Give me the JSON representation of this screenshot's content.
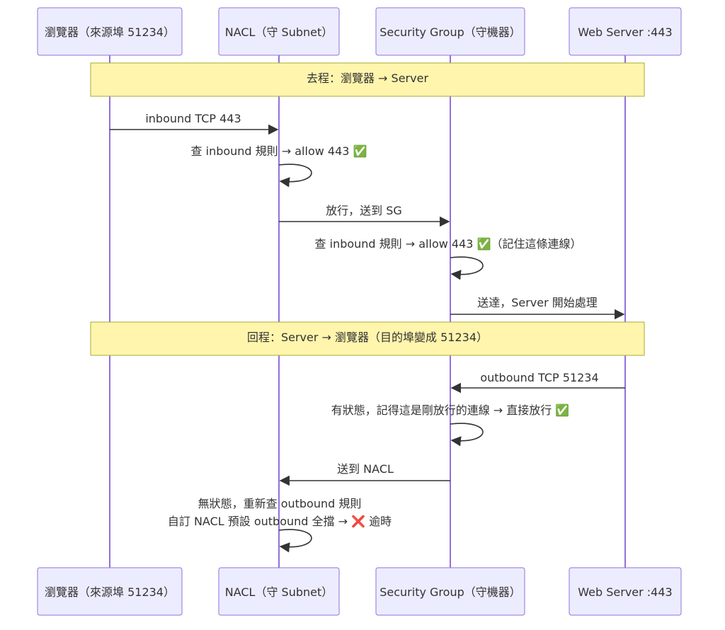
{
  "participants": [
    {
      "id": "browser",
      "label": "瀏覽器（來源埠 51234）"
    },
    {
      "id": "nacl",
      "label": "NACL（守 Subnet）"
    },
    {
      "id": "sg",
      "label": "Security Group（守機器）"
    },
    {
      "id": "web",
      "label": "Web Server :443"
    }
  ],
  "notes": [
    {
      "label": "去程：瀏覽器 → Server"
    },
    {
      "label": "回程：Server → 瀏覽器（目的埠變成 51234）"
    }
  ],
  "messages": [
    {
      "from": "browser",
      "to": "nacl",
      "label": "inbound TCP 443"
    },
    {
      "from": "nacl",
      "to": "nacl",
      "label": "查 inbound 規則 → allow 443 ✅"
    },
    {
      "from": "nacl",
      "to": "sg",
      "label": "放行，送到 SG"
    },
    {
      "from": "sg",
      "to": "sg",
      "label": "查 inbound 規則 → allow 443 ✅（記住這條連線）"
    },
    {
      "from": "sg",
      "to": "web",
      "label": "送達，Server 開始處理"
    },
    {
      "from": "web",
      "to": "sg",
      "label": "outbound TCP 51234"
    },
    {
      "from": "sg",
      "to": "sg",
      "label": "有狀態，記得這是剛放行的連線 → 直接放行 ✅"
    },
    {
      "from": "sg",
      "to": "nacl",
      "label": "送到 NACL"
    },
    {
      "from": "nacl",
      "to": "nacl",
      "label": "無狀態，重新查 outbound 規則",
      "label2": "自訂 NACL 預設 outbound 全擋 → ❌ 逾時"
    }
  ]
}
